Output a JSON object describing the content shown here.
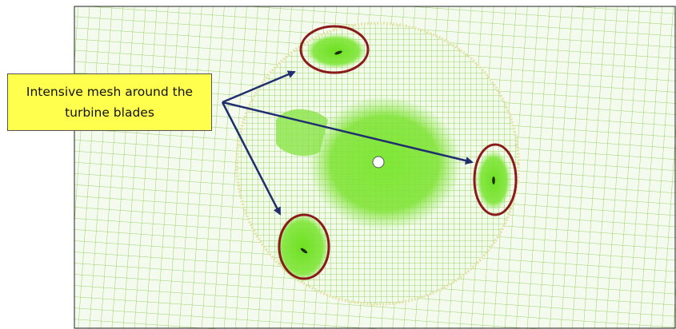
{
  "callout": {
    "line1": "Intensive mesh around the",
    "line2": "turbine blades"
  },
  "colors": {
    "mesh_line": "#9ad06a",
    "dense_mesh": "#7fe835",
    "annotation_ellipse": "#8b1a1a",
    "arrow": "#1f2f6e",
    "callout_fill": "#ffff4d",
    "rotor_ring": "#e4e2a8"
  },
  "icons": {
    "hub": "white-circle",
    "blade": "dark-blade-section"
  },
  "blades_highlighted": 3
}
